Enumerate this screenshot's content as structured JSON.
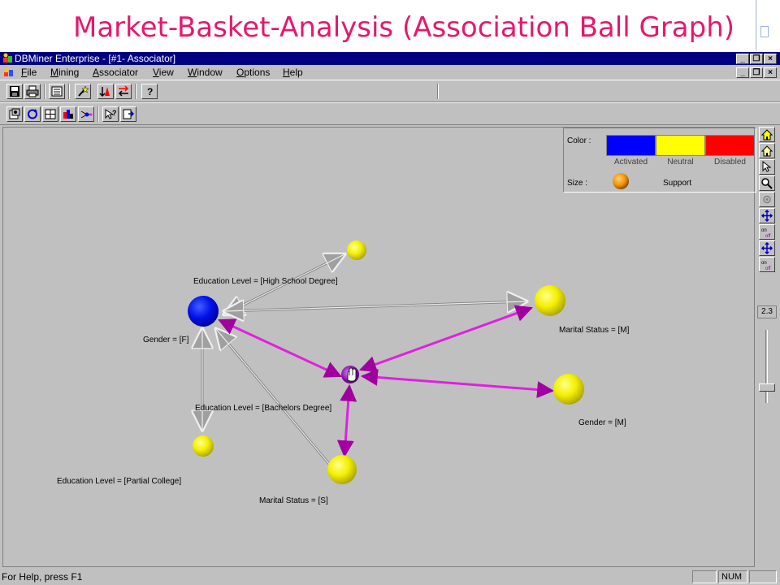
{
  "slide_title": "Market-Basket-Analysis  (Association  Ball  Graph)",
  "window": {
    "title": "DBMiner Enterprise - [#1- Associator]"
  },
  "menu": [
    {
      "label": "File",
      "u": "F"
    },
    {
      "label": "Mining",
      "u": "M"
    },
    {
      "label": "Associator",
      "u": "A"
    },
    {
      "label": "View",
      "u": "V"
    },
    {
      "label": "Window",
      "u": "W"
    },
    {
      "label": "Options",
      "u": "O"
    },
    {
      "label": "Help",
      "u": "H"
    }
  ],
  "legend": {
    "color_label": "Color :",
    "size_label": "Size :",
    "activated": "Activated",
    "neutral": "Neutral",
    "disabled": "Disabled",
    "support": "Support",
    "colors": {
      "activated": "#0000ff",
      "neutral": "#ffff00",
      "disabled": "#ff0000"
    }
  },
  "nodes": {
    "high_school": "Education Level = [High School Degree]",
    "gender_f": "Gender = [F]",
    "marital_m": "Marital Status = [M]",
    "bachelors": "Education Level = [Bachelors Degree]",
    "gender_m": "Gender = [M]",
    "partial_college": "Education Level = [Partial College]",
    "marital_s": "Marital Status = [S]"
  },
  "zoom_value": "2.3",
  "status": {
    "help_text": "For Help, press F1",
    "num": "NUM"
  },
  "colors": {
    "title_pink": "#e6186e",
    "titlebar": "#000080",
    "edge_active": "#e020e0",
    "edge_neutral": "#e8e8e8"
  }
}
